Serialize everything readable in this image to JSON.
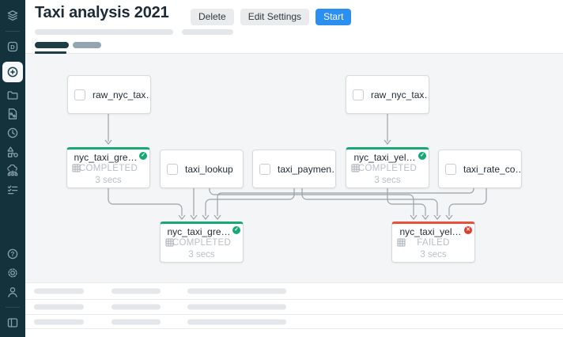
{
  "header": {
    "title": "Taxi analysis 2021",
    "delete_label": "Delete",
    "edit_settings_label": "Edit Settings",
    "start_label": "Start"
  },
  "sidebar": {
    "icons": [
      "layers-logo",
      "app-d",
      "circle-plus",
      "folder",
      "file-dag",
      "clock",
      "shapes",
      "cloud-tree",
      "checklist",
      "help",
      "settings-gear",
      "user",
      "panel-toggle"
    ],
    "active_icon": "circle-plus"
  },
  "canvas": {
    "nodes": [
      {
        "label": "raw_nyc_tax…"
      },
      {
        "label": "raw_nyc_tax…"
      },
      {
        "label": "nyc_taxi_gre…",
        "status": "COMPLETED",
        "duration": "3 secs",
        "state": "completed"
      },
      {
        "label": "taxi_lookup"
      },
      {
        "label": "taxi_paymen…"
      },
      {
        "label": "nyc_taxi_yel…",
        "status": "COMPLETED",
        "duration": "3 secs",
        "state": "completed"
      },
      {
        "label": "taxi_rate_co…"
      },
      {
        "label": "nyc_taxi_gre…",
        "status": "COMPLETED",
        "duration": "3 secs",
        "state": "completed"
      },
      {
        "label": "nyc_taxi_yel…",
        "status": "FAILED",
        "duration": "3 secs",
        "state": "failed"
      }
    ],
    "colors": {
      "completed": "#16a974",
      "failed": "#e8503a",
      "edge": "#9aa2aa",
      "start_button": "#2b8ff2",
      "sidebar_bg": "#14323c",
      "canvas_bg": "#f3f5f6"
    }
  }
}
